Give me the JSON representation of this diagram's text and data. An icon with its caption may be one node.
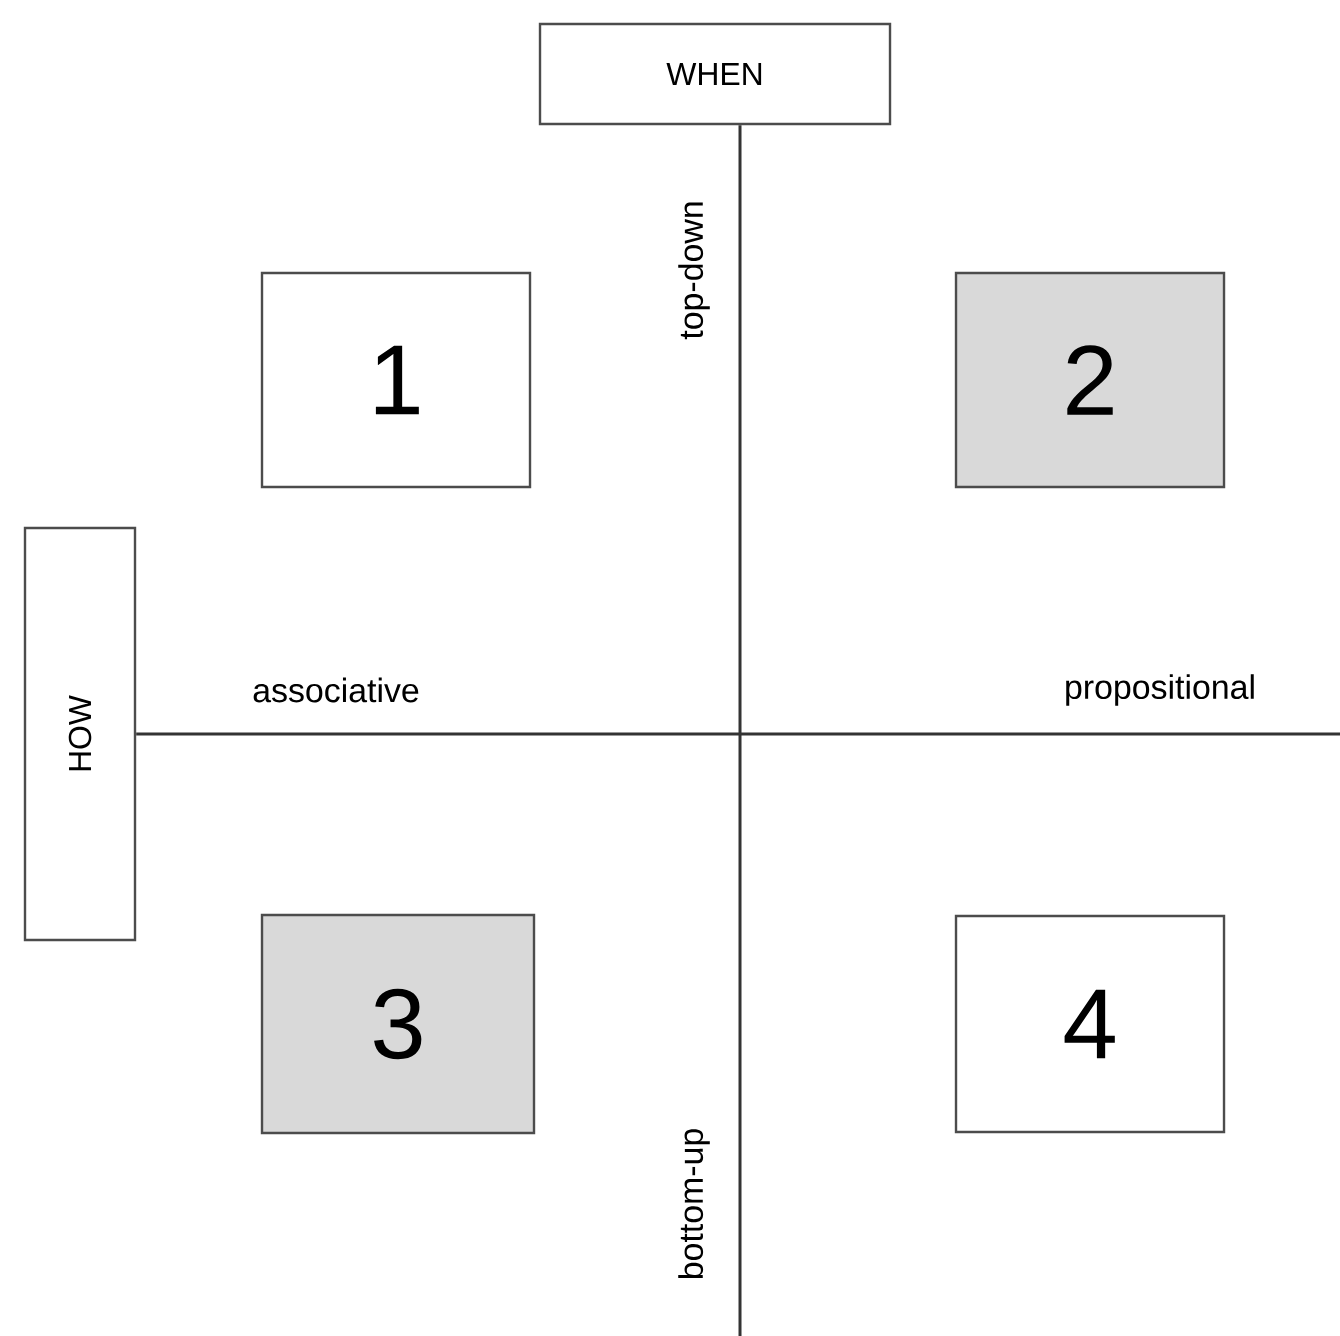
{
  "diagram": {
    "nodes": [
      {
        "text": [
          "WHEN"
        ]
      },
      {
        "text": [
          "1"
        ]
      },
      {
        "text": [
          "2"
        ]
      },
      {
        "text": [
          "HOW"
        ]
      },
      {
        "text": [
          "3"
        ]
      },
      {
        "text": [
          "4"
        ]
      }
    ],
    "edges": [
      {
        "from": 0,
        "to": null,
        "arrow": "none"
      },
      {
        "from": 3,
        "to": null,
        "arrow": "none"
      }
    ],
    "labels": [
      "top-down",
      "associative",
      "propositional",
      "bottom-up"
    ]
  }
}
